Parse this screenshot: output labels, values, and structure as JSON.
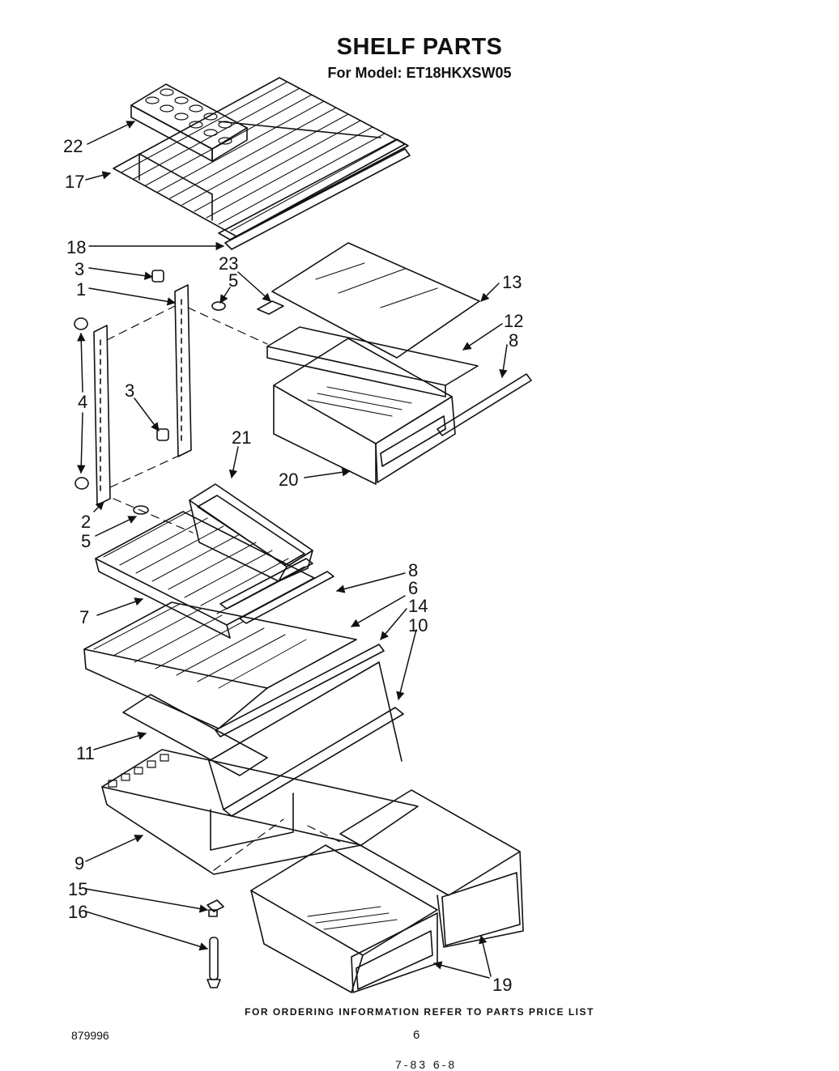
{
  "header": {
    "title": "SHELF PARTS",
    "subtitle": "For Model: ET18HKXSW05"
  },
  "callouts": {
    "c22": "22",
    "c17": "17",
    "c18": "18",
    "c23": "23",
    "c3a": "3",
    "c5a": "5",
    "c1": "1",
    "c13": "13",
    "c12": "12",
    "c8a": "8",
    "c4": "4",
    "c3b": "3",
    "c21": "21",
    "c20": "20",
    "c2": "2",
    "c5b": "5",
    "c8b": "8",
    "c6": "6",
    "c7": "7",
    "c14": "14",
    "c10": "10",
    "c11": "11",
    "c9": "9",
    "c15": "15",
    "c16": "16",
    "c19": "19"
  },
  "footer": {
    "ordering_note": "FOR ORDERING INFORMATION REFER TO PARTS PRICE LIST",
    "doc_number": "879996",
    "page_number": "6",
    "cut_mark": "7-83 6-8"
  }
}
